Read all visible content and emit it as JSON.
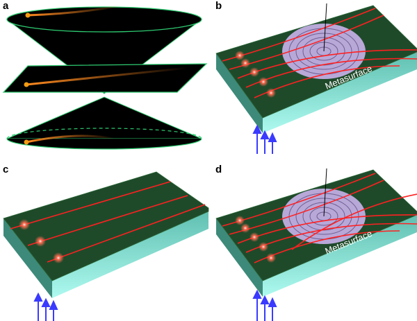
{
  "panels": {
    "a": {
      "label": "a"
    },
    "b": {
      "label": "b",
      "annotation": "Metasurface"
    },
    "c": {
      "label": "c"
    },
    "d": {
      "label": "d",
      "annotation": "Metasurface"
    }
  },
  "colors": {
    "slab_top": "#1f4a2a",
    "slab_side": "#8ee8dc",
    "beam": "#ff2020",
    "metasurface": "#b8a8d8",
    "arrow": "#3a3aff",
    "outline": "#2ecc71"
  }
}
